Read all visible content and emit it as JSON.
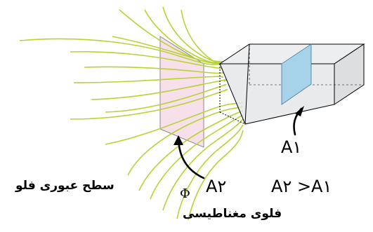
{
  "labels": {
    "a1": "A۱",
    "a2": "A۲",
    "relation": "A۲ >A۱",
    "phi": "Φ",
    "surface_caption": "سطح عبوری فلو",
    "flux_caption": "فلوی مغناطیسی"
  },
  "colors": {
    "field_lines": "#b5d334",
    "surface_a2_fill": "#f7dbe6",
    "surface_a1_fill": "#a7d3ea",
    "box_fill": "#e3e5e7",
    "box_stroke": "#000000"
  }
}
